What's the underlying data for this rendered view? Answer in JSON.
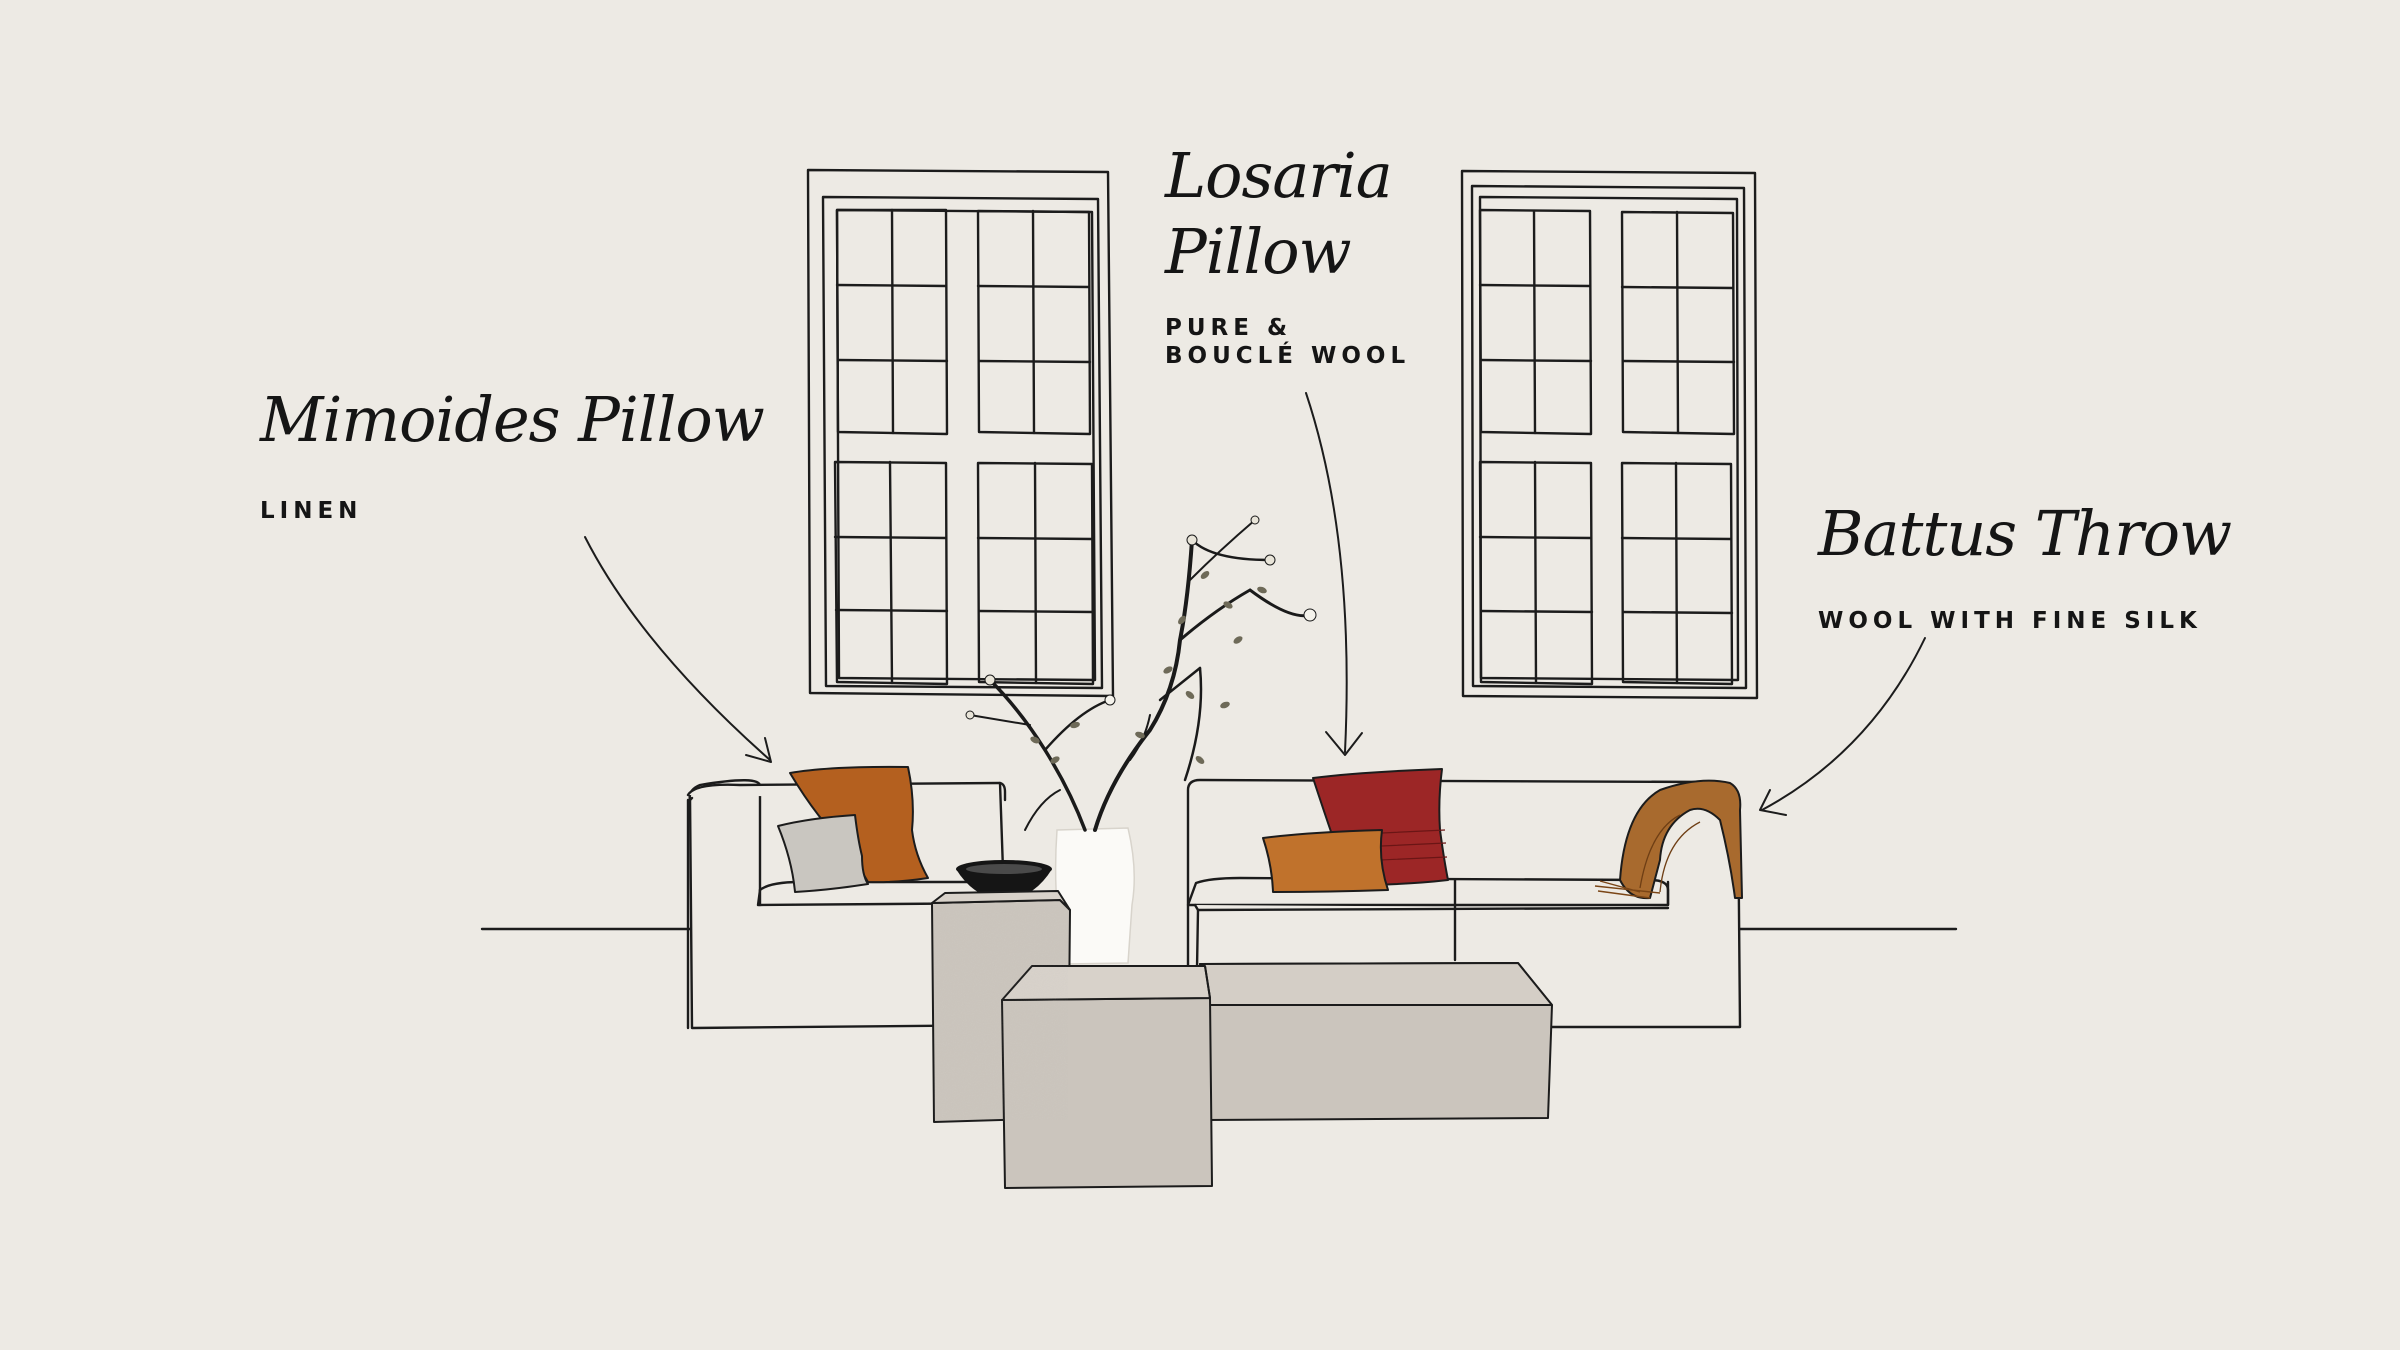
{
  "annotations": [
    {
      "title": "Mimoides Pillow",
      "material": "LINEN"
    },
    {
      "title_line1": "Losaria",
      "title_line2": "Pillow",
      "material_line1": "PURE &",
      "material_line2": "BOUCLÉ WOOL"
    },
    {
      "title": "Battus Throw",
      "material": "WOOL WITH FINE SILK"
    }
  ],
  "colors": {
    "background": "#edeae4",
    "line": "#1c1c1c",
    "pillow_rust": "#b4601f",
    "pillow_grey": "#c9c6c0",
    "pillow_red": "#9c2626",
    "pillow_ochre": "#c0722c",
    "throw": "#a86a2e",
    "concrete": "#cbc5bd",
    "vase": "#fbfaf7",
    "bowl": "#151515"
  }
}
